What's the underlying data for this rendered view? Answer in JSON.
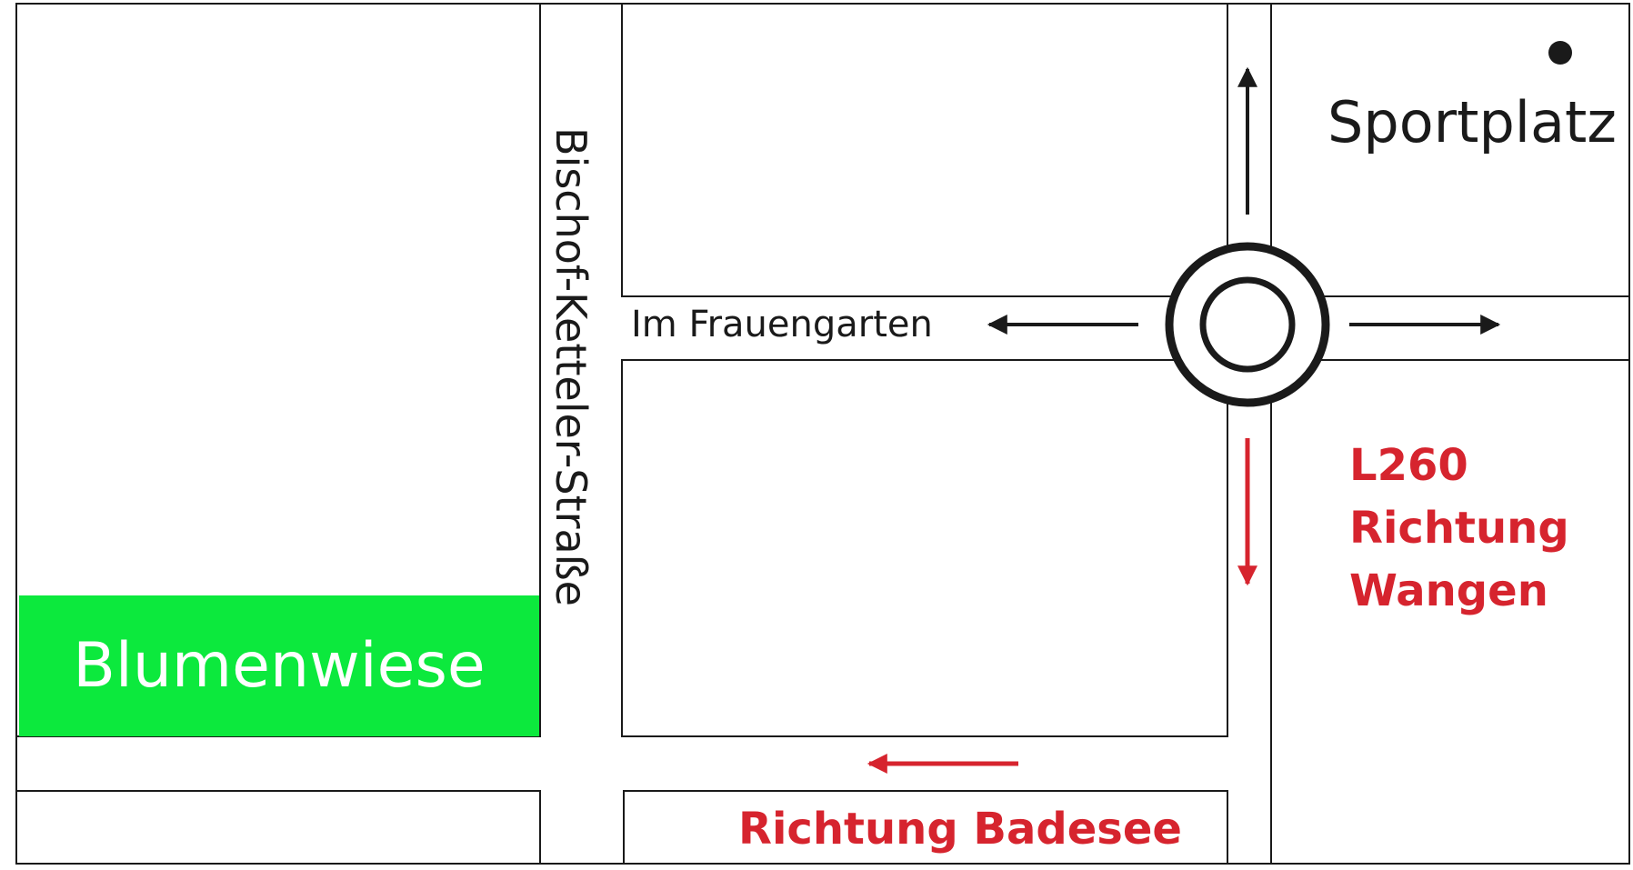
{
  "map": {
    "places": {
      "sportplatz": "Sportplatz",
      "blumenwiese": "Blumenwiese"
    },
    "streets": {
      "im_frauengarten": "Im Frauengarten",
      "bischof_ketteler": "Bischof-Ketteler-Straße"
    },
    "directions": {
      "l260_line1": "L260",
      "l260_line2": "Richtung",
      "l260_line3": "Wangen",
      "badesee": "Richtung Badesee"
    },
    "colors": {
      "highlight_green": "#0ce93d",
      "direction_red": "#d6242e",
      "line_black": "#1a1a1a"
    },
    "icons": {
      "roundabout": "roundabout-icon",
      "sportplatz_marker": "dot-marker-icon"
    }
  }
}
